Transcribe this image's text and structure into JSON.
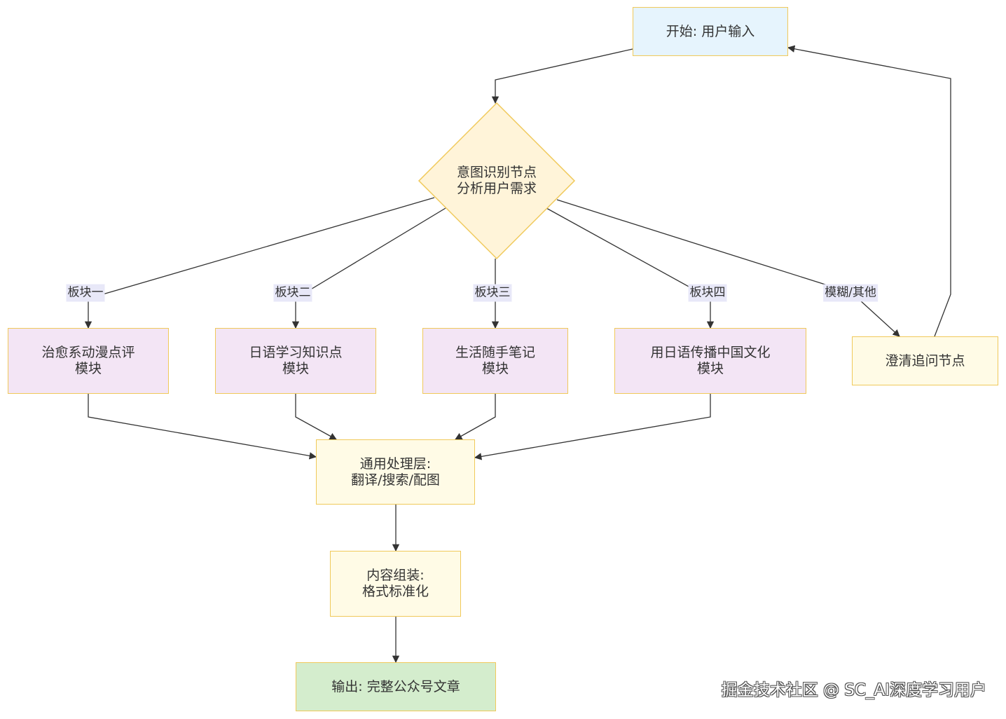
{
  "colors": {
    "start_fill": "#e6f4fd",
    "decision_fill": "#fff4d9",
    "module_fill": "#f3e5f5",
    "common_fill": "#fffbe6",
    "output_fill": "#d4edcd",
    "border": "#f0c95a",
    "edge": "#333333",
    "label_bg": "#e8e8f8"
  },
  "nodes": {
    "start": {
      "lines": [
        "开始: 用户输入"
      ]
    },
    "intent": {
      "lines": [
        "意图识别节点",
        "分析用户需求"
      ]
    },
    "module1": {
      "lines": [
        "治愈系动漫点评",
        "模块"
      ]
    },
    "module2": {
      "lines": [
        "日语学习知识点",
        "模块"
      ]
    },
    "module3": {
      "lines": [
        "生活随手笔记",
        "模块"
      ]
    },
    "module4": {
      "lines": [
        "用日语传播中国文化",
        "模块"
      ]
    },
    "clarify": {
      "lines": [
        "澄清追问节点"
      ]
    },
    "common": {
      "lines": [
        "通用处理层:",
        "翻译/搜索/配图"
      ]
    },
    "assemble": {
      "lines": [
        "内容组装:",
        "格式标准化"
      ]
    },
    "output": {
      "lines": [
        "输出: 完整公众号文章"
      ]
    }
  },
  "edge_labels": {
    "e1": "板块一",
    "e2": "板块二",
    "e3": "板块三",
    "e4": "板块四",
    "e5": "模糊/其他"
  },
  "watermark": "掘金技术社区 @ SC_AI深度学习用户"
}
